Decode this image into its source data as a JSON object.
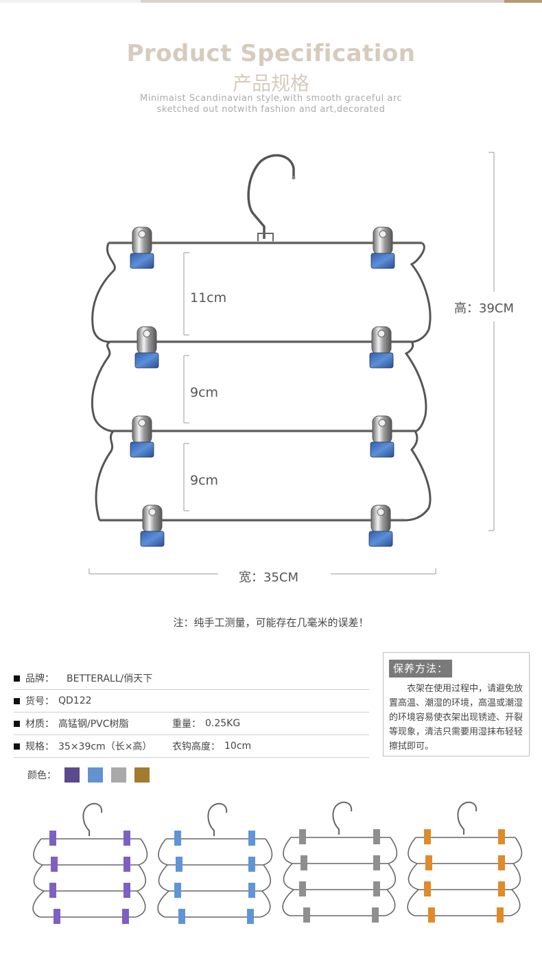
{
  "header": {
    "title_en": "Product Specification",
    "title_cn": "产品规格",
    "subtitle_line1": "Minimaist Scandinavian style,with smooth graceful arc",
    "subtitle_line2": "sketched out notwith fashion and art,decorated"
  },
  "dimensions": {
    "gap_top": "11cm",
    "gap_middle": "9cm",
    "gap_bottom": "9cm",
    "height": "高：39CM",
    "width": "宽：35CM"
  },
  "note": "注：纯手工测量，可能存在几毫米的误差！",
  "specs": {
    "brand_label": "品牌：",
    "brand_value": "BETTERALL/俏天下",
    "sku_label": "货号：",
    "sku_value": "QD122",
    "material_label": "材质：",
    "material_value": "高锰钢/PVC树脂",
    "weight_label": "重量：",
    "weight_value": "0.25KG",
    "size_label": "规格：",
    "size_value": "35×39cm（长×高）",
    "hook_label": "衣钩高度：",
    "hook_value": "10cm",
    "color_label": "颜色："
  },
  "colors": [
    "#5b4a8c",
    "#6393cf",
    "#a9a9a9",
    "#a27b2f"
  ],
  "care": {
    "title": "保养方法：",
    "text": "衣架在使用过程中，请避免放置高温、潮湿的环境，高温或潮湿的环境容易使衣架出现锈迹、开裂等现象，清洁只需要用湿抹布轻轻擦拭即可。"
  },
  "variants": [
    {
      "icon": "purple-hanger-icon",
      "clip_color": "#7e5fc4"
    },
    {
      "icon": "blue-hanger-icon",
      "clip_color": "#5f95d6"
    },
    {
      "icon": "gray-hanger-icon",
      "clip_color": "#8f8f8f"
    },
    {
      "icon": "orange-hanger-icon",
      "clip_color": "#e08a2a"
    }
  ]
}
